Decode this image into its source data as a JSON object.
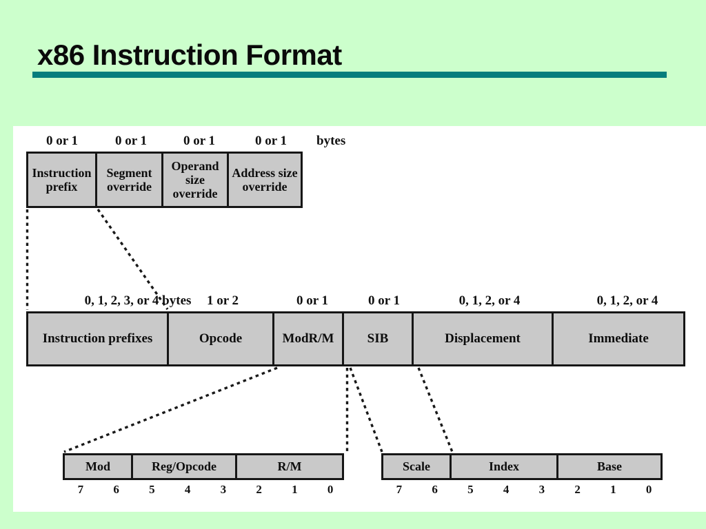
{
  "slide": {
    "title": "x86 Instruction Format",
    "colors": {
      "background": "#ccffcc",
      "panel": "#ffffff",
      "accent_bar": "#067d7d",
      "box_fill": "#c9c9c9",
      "box_border": "#161616"
    }
  },
  "prefix_row": {
    "unit_label": "bytes",
    "boxes": [
      {
        "count": "0 or 1",
        "label": "Instruction prefix"
      },
      {
        "count": "0 or 1",
        "label": "Segment override"
      },
      {
        "count": "0 or 1",
        "label": "Operand size override"
      },
      {
        "count": "0 or 1",
        "label": "Address size override"
      }
    ]
  },
  "instruction_row": {
    "boxes": [
      {
        "count": "0, 1, 2, 3, or 4 bytes",
        "label": "Instruction prefixes"
      },
      {
        "count": "1 or 2",
        "label": "Opcode"
      },
      {
        "count": "0 or 1",
        "label": "ModR/M"
      },
      {
        "count": "0 or 1",
        "label": "SIB"
      },
      {
        "count": "0, 1, 2, or 4",
        "label": "Displacement"
      },
      {
        "count": "0, 1, 2, or 4",
        "label": "Immediate"
      }
    ]
  },
  "modrm_byte": {
    "fields": [
      {
        "label": "Mod"
      },
      {
        "label": "Reg/Opcode"
      },
      {
        "label": "R/M"
      }
    ],
    "bits": [
      "7",
      "6",
      "5",
      "4",
      "3",
      "2",
      "1",
      "0"
    ]
  },
  "sib_byte": {
    "fields": [
      {
        "label": "Scale"
      },
      {
        "label": "Index"
      },
      {
        "label": "Base"
      }
    ],
    "bits": [
      "7",
      "6",
      "5",
      "4",
      "3",
      "2",
      "1",
      "0"
    ]
  }
}
